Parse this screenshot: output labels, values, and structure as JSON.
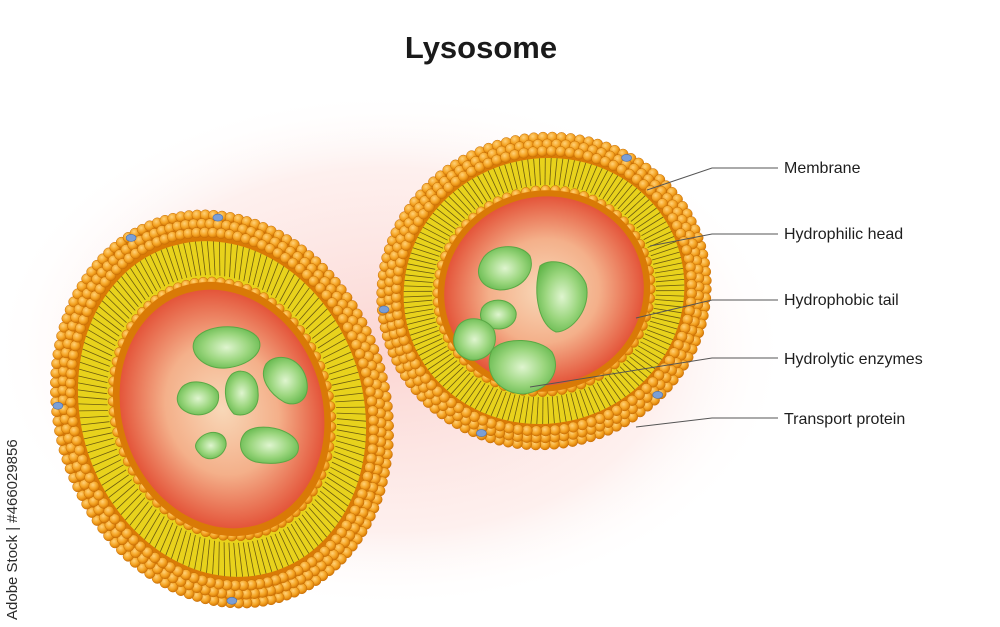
{
  "title": "Lysosome",
  "labels": {
    "membrane": "Membrane",
    "hydrophilic_head": "Hydrophilic head",
    "hydrophobic_tail": "Hydrophobic tail",
    "hydrolytic_enzymes": "Hydrolytic enzymes",
    "transport_protein": "Transport protein"
  },
  "watermark": "Adobe Stock | #466029856",
  "colors": {
    "head": "#f2a21e",
    "head_shade": "#d97a06",
    "tail": "#e8d21c",
    "lumen_outer": "#e85a3c",
    "lumen_inner": "#f6c7a3",
    "enzyme": "#7ec865",
    "enzyme_light": "#c9ecb4",
    "transport_protein": "#7a9fd6"
  }
}
